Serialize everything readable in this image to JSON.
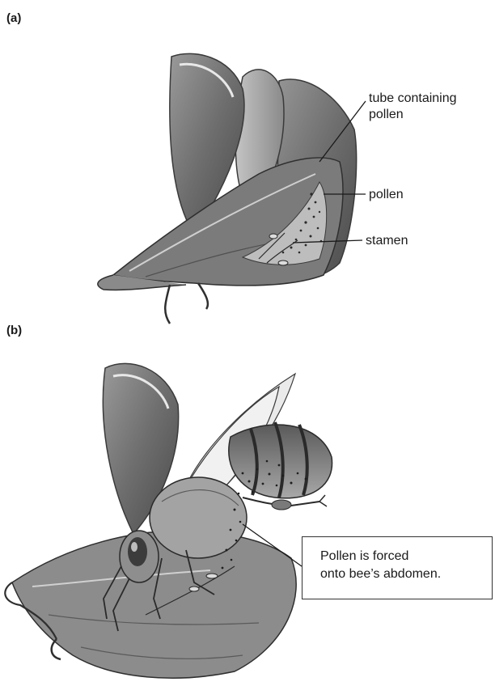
{
  "panels": {
    "a": {
      "label": "(a)"
    },
    "b": {
      "label": "(b)"
    }
  },
  "labels": {
    "tube_line1": "tube containing",
    "tube_line2": "pollen",
    "pollen": "pollen",
    "stamen": "stamen"
  },
  "callout": {
    "line1": "Pollen is forced",
    "line2": "onto bee’s abdomen."
  }
}
